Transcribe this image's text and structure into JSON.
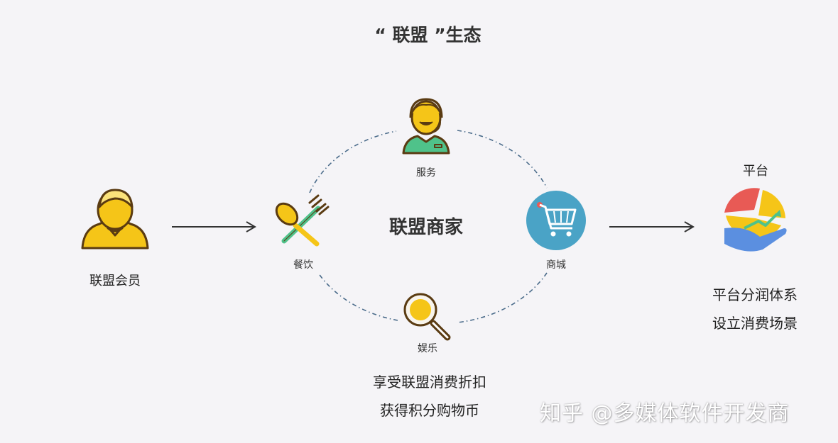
{
  "title": "“ 联盟 ”生态",
  "member": {
    "label": "联盟会员",
    "icon": "member-person-icon"
  },
  "merchant": {
    "center_label": "联盟商家",
    "nodes": [
      {
        "key": "service",
        "label": "服务",
        "icon": "service-agent-icon"
      },
      {
        "key": "dining",
        "label": "餐饮",
        "icon": "fork-spoon-icon"
      },
      {
        "key": "mall",
        "label": "商城",
        "icon": "shopping-cart-icon"
      },
      {
        "key": "entertainment",
        "label": "娱乐",
        "icon": "magnifier-icon"
      }
    ],
    "benefits": [
      "享受联盟消费折扣",
      "获得积分购物币"
    ]
  },
  "platform": {
    "title": "平台",
    "icon": "chart-hand-icon",
    "lines": [
      "平台分润体系",
      "设立消费场景"
    ]
  },
  "watermark": "知乎 @多媒体软件开发商",
  "colors": {
    "background": "#f5f4f7",
    "yellow": "#f5c518",
    "outline": "#5a3b12",
    "green": "#4fc28a",
    "teal_circle": "#4aa3c6",
    "dash": "#4a6b8a",
    "red": "#e85a55",
    "blue": "#5b8fe0"
  }
}
